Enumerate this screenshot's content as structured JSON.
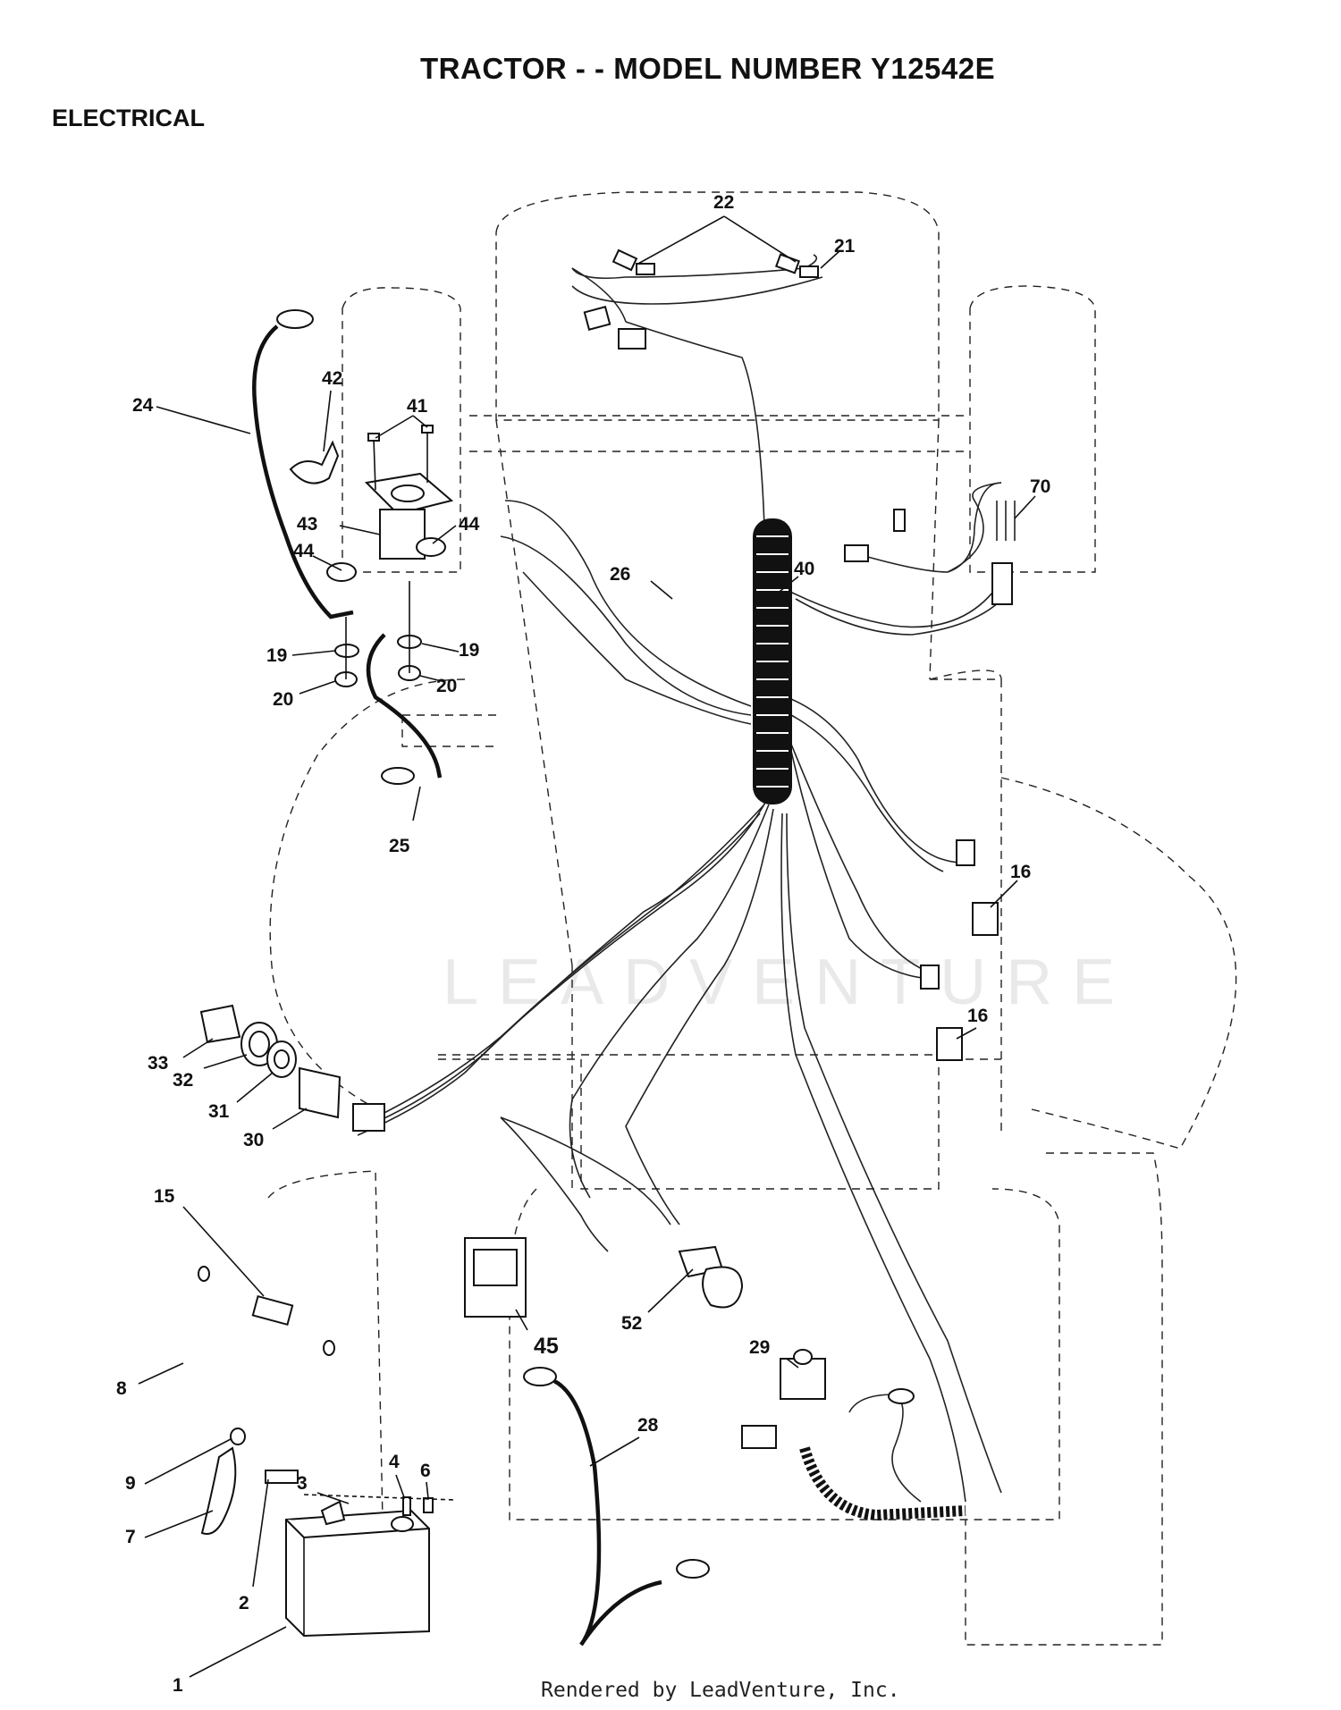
{
  "header": {
    "title": "TRACTOR - - MODEL NUMBER Y12542E",
    "section": "ELECTRICAL"
  },
  "footer": {
    "credit": "Rendered by LeadVenture, Inc."
  },
  "watermark": "LEADVENTURE",
  "callouts": {
    "c1": "1",
    "c2": "2",
    "c3": "3",
    "c4": "4",
    "c6": "6",
    "c7": "7",
    "c8": "8",
    "c9": "9",
    "c15": "15",
    "c16a": "16",
    "c16b": "16",
    "c19a": "19",
    "c19b": "19",
    "c20a": "20",
    "c20b": "20",
    "c21": "21",
    "c22": "22",
    "c24": "24",
    "c25": "25",
    "c26": "26",
    "c28": "28",
    "c29": "29",
    "c30": "30",
    "c31": "31",
    "c32": "32",
    "c33": "33",
    "c40": "40",
    "c41": "41",
    "c42": "42",
    "c43": "43",
    "c44a": "44",
    "c44b": "44",
    "c45": "45",
    "c52": "52",
    "c70": "70"
  }
}
